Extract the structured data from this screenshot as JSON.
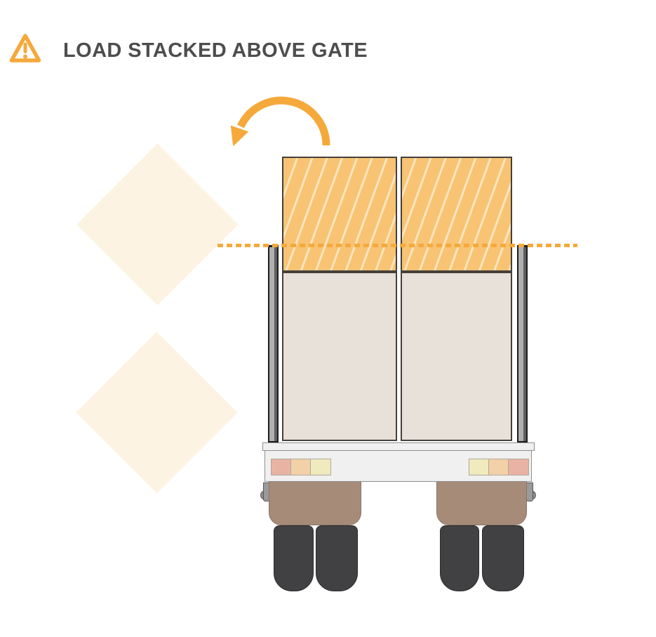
{
  "header": {
    "title": "LOAD STACKED ABOVE GATE",
    "icon": "warning-triangle-icon"
  },
  "diagram": {
    "subject": "rear view of truck with load stacked above gate height",
    "icons": {
      "arrow": "tip-over-arc-arrow-icon",
      "gate_line": "gate-height-dashed-line"
    },
    "load": {
      "tiers_above_gate": 1,
      "tiers_below_gate": 1,
      "columns": 2
    },
    "truck": {
      "gate_posts": 2,
      "tail_light_colors_left_to_right": [
        "red",
        "amber",
        "yellow"
      ],
      "wheels": 4
    }
  },
  "colors": {
    "accent": "#F5A93B",
    "title": "#4D4D4D",
    "hatch_fill": "#F8C373",
    "hatch_stripe": "#FBE5BE",
    "load_fill": "#E8E1D9",
    "box_outline": "#44403B",
    "diamond": "#FDF3E3",
    "post_light": "#B0B0B0",
    "post_dark": "#5F5F5F",
    "post_outline": "#1D1D1D",
    "bed_fill": "#F0F0F0",
    "bed_border": "#8F8F8F",
    "fender": "#A78B79",
    "fender_border": "#8D7363",
    "wheel": "#414144",
    "wheel_border": "#2B2B2B",
    "light_red": "#E9B3A3",
    "light_amber": "#F2D1A9",
    "light_yellow": "#EFEBBE",
    "light_border": "#B3A89C"
  }
}
